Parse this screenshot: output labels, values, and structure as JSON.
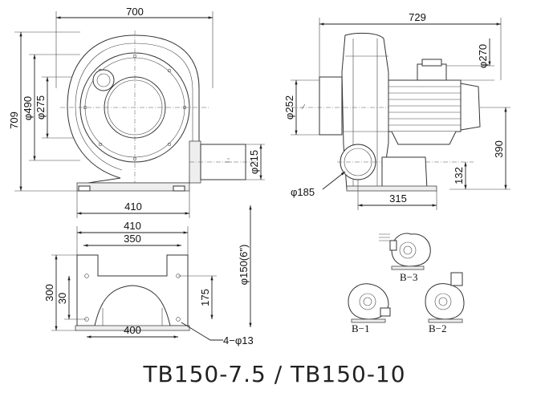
{
  "title": "TB150-7.5 / TB150-10",
  "front_view": {
    "width": "700",
    "height": "709",
    "dia_490": "φ490",
    "dia_275": "φ275",
    "outlet_215": "φ215",
    "base_410": "410"
  },
  "side_view": {
    "length": "729",
    "dia_270": "φ270",
    "dia_252": "φ252",
    "dim_390": "390",
    "dim_132": "132",
    "dim_315": "315",
    "dia_185": "φ185",
    "dia_150": "φ150(6\")"
  },
  "base_view": {
    "top_410": "410",
    "top_350": "350",
    "bottom_400": "400",
    "h_300": "300",
    "h_30": "30",
    "h_175": "175",
    "holes": "4−φ13"
  },
  "orientations": {
    "b3": "B−3",
    "b1": "B−1",
    "b2": "B−2"
  }
}
